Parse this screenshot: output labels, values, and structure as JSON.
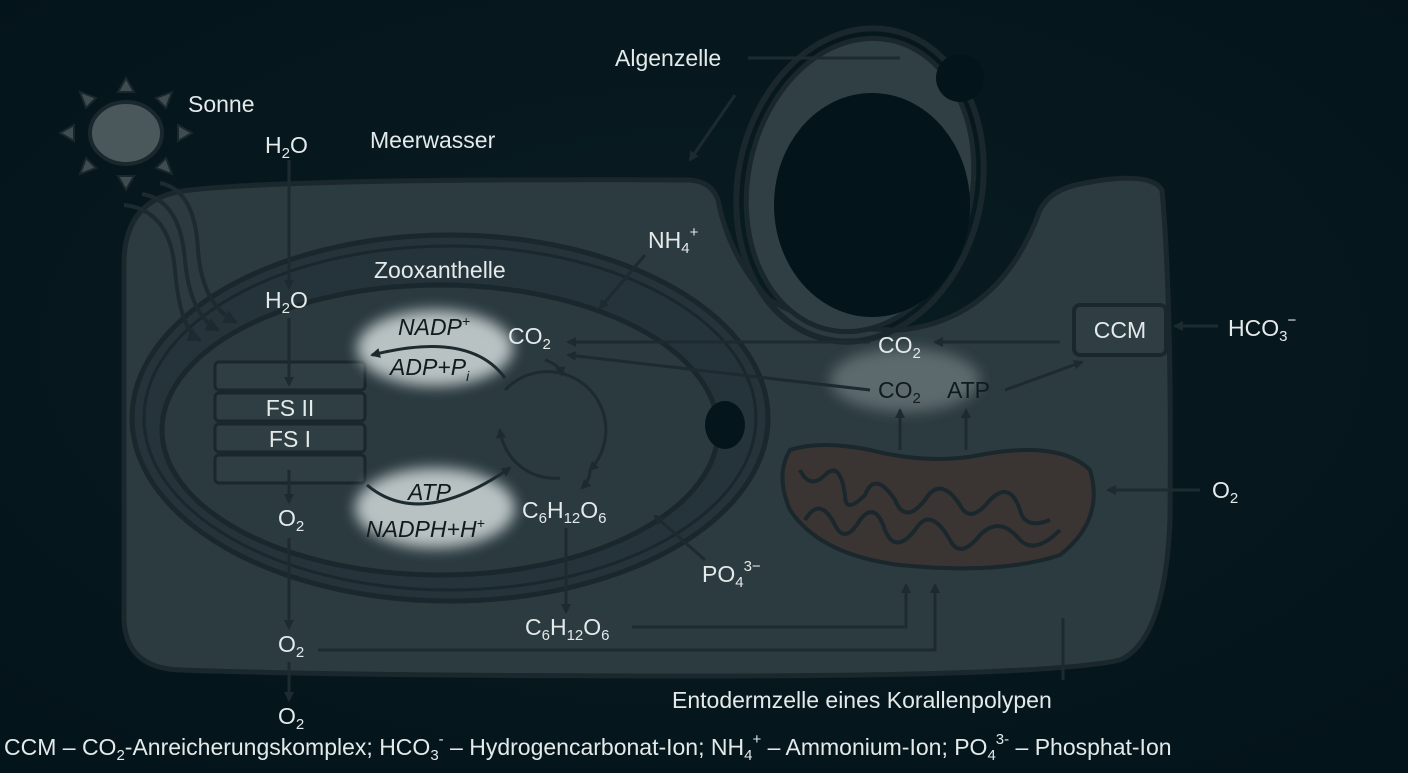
{
  "diagram": {
    "title_labels": {
      "sun": "Sonne",
      "seawater": "Meerwasser",
      "algae_cell": "Algenzelle",
      "zooxanthella": "Zooxanthelle",
      "host_cell": "Entodermzelle eines Korallenpolypen"
    },
    "photosystems": {
      "fs2": "FS II",
      "fs1": "FS I"
    },
    "molecules": {
      "h2o_outside": {
        "base": "H",
        "sub": "2",
        "rest": "O"
      },
      "h2o_inside": {
        "base": "H",
        "sub": "2",
        "rest": "O"
      },
      "o2_chloroplast": {
        "base": "O",
        "sub": "2"
      },
      "o2_cell": {
        "base": "O",
        "sub": "2"
      },
      "o2_out": {
        "base": "O",
        "sub": "2"
      },
      "o2_sea": {
        "base": "O",
        "sub": "2"
      },
      "nh4": {
        "base": "NH",
        "sub": "4",
        "sup": "+"
      },
      "co2_calvin": {
        "base": "CO",
        "sub": "2"
      },
      "co2_ccm": {
        "base": "CO",
        "sub": "2"
      },
      "co2_mito": {
        "base": "CO",
        "sub": "2"
      },
      "atp_mito": "ATP",
      "ccm": "CCM",
      "hco3": {
        "base": "HCO",
        "sub": "3",
        "sup": "−"
      },
      "po4": {
        "base": "PO",
        "sub": "4",
        "sup": "3−"
      },
      "glucose_inner": {
        "c": "C",
        "c_sub": "6",
        "h": "H",
        "h_sub": "12",
        "o": "O",
        "o_sub": "6"
      },
      "glucose_outer": {
        "c": "C",
        "c_sub": "6",
        "h": "H",
        "h_sub": "12",
        "o": "O",
        "o_sub": "6"
      }
    },
    "light_reaction": {
      "nadp": "NADP",
      "nadp_sup": "+",
      "adp": "ADP+P",
      "adp_sub": "i",
      "atp": "ATP",
      "nadph": "NADPH+H",
      "nadph_sup": "+"
    },
    "colors": {
      "background": "#03141a",
      "cell_fill": "#2c3b3f",
      "chloroplast_fill": "#24343a",
      "outline": "#1a272c",
      "mitochondrion_fill": "#3a3532",
      "text": "#e4e9ea",
      "glow": "#c9d2d3"
    }
  },
  "legend": {
    "ccm": "CCM – CO",
    "ccm_sub": "2",
    "ccm_rest": "-Anreicherungskomplex; HCO",
    "hco_sub": "3",
    "hco_sup": "-",
    "hco_rest": " – Hydrogencarbonat-Ion; NH",
    "nh_sub": "4",
    "nh_sup": "+",
    "nh_rest": " – Ammonium-Ion; PO",
    "po_sub": "4",
    "po_sup": "3-",
    "po_rest": " – Phosphat-Ion"
  }
}
